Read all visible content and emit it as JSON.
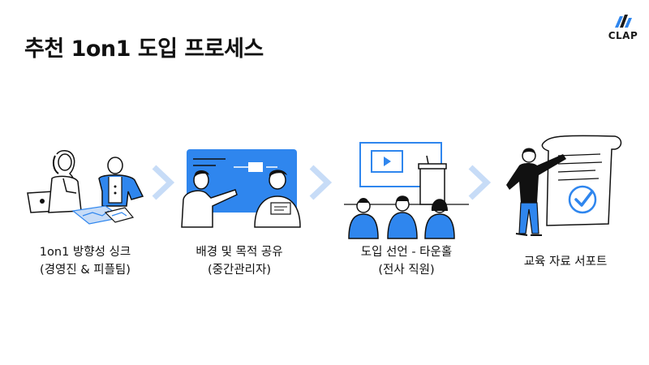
{
  "slide": {
    "title": "추천 1on1 도입 프로세스"
  },
  "brand": {
    "logo_text": "CLAP",
    "colors": {
      "accent": "#2f86ee",
      "light_blue": "#c7dcf7",
      "ink": "#111111"
    }
  },
  "steps": [
    {
      "line1": "1on1 방향성 싱크",
      "line2": "(경영진 & 피플팀)",
      "icon": "leadership-meeting-illustration"
    },
    {
      "line1": "배경 및 목적 공유",
      "line2": "(중간관리자)",
      "icon": "presentation-illustration"
    },
    {
      "line1": "도입 선언 - 타운홀",
      "line2": "(전사 직원)",
      "icon": "town-hall-illustration"
    },
    {
      "line1": "교육 자료 서포트",
      "line2": "",
      "icon": "document-checklist-illustration"
    }
  ],
  "arrows": {
    "icon": "chevron-right-icon"
  }
}
